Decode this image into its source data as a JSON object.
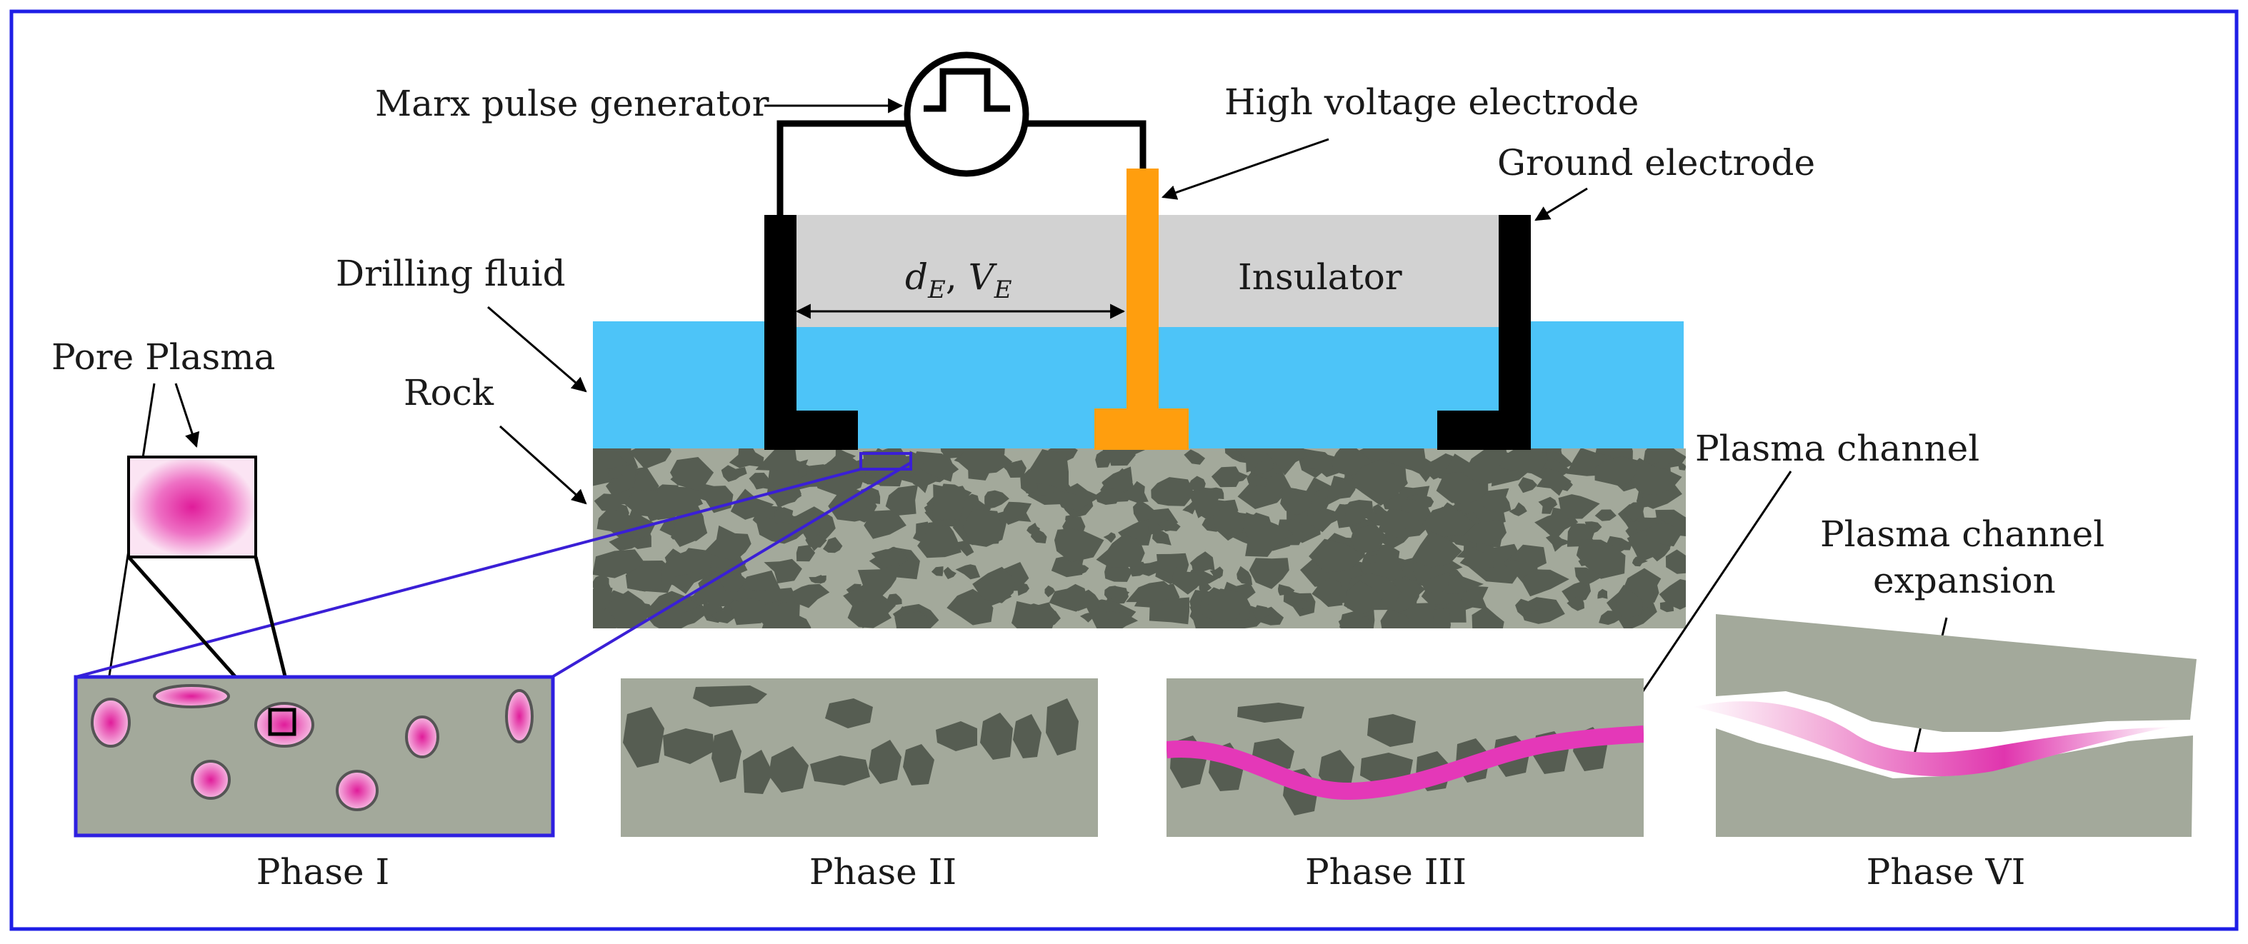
{
  "labels": {
    "marx": "Marx pulse generator",
    "hv_electrode": "High voltage electrode",
    "ground_electrode": "Ground electrode",
    "drilling_fluid": "Drilling fluid",
    "rock": "Rock",
    "pore_plasma": "Pore Plasma",
    "insulator": "Insulator",
    "gap_d": "d",
    "gap_d_sub": "E",
    "gap_sep": ", ",
    "gap_v": "V",
    "gap_v_sub": "E",
    "plasma_channel": "Plasma channel",
    "expansion_line1": "Plasma channel",
    "expansion_line2": "expansion"
  },
  "phases": [
    "Phase I",
    "Phase II",
    "Phase III",
    "Phase VI"
  ],
  "colors": {
    "frame": "#1e1ee6",
    "fluid": "#4dc4f8",
    "insulator": "#d2d2d2",
    "hv_electrode": "#ff9e0e",
    "ground_electrode": "#000000",
    "rock": "#a3a99b",
    "grain": "#565d52",
    "plasma": "#e438b8",
    "zoom": "#3a1fd6"
  },
  "icons": {
    "generator": "square-pulse-source-icon"
  }
}
